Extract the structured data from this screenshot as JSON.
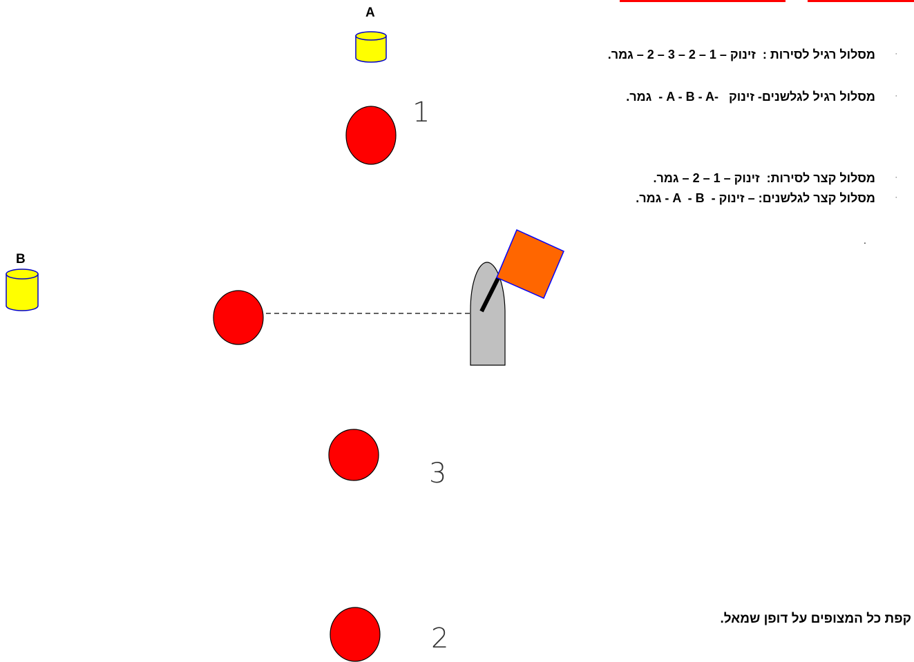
{
  "buoys": {
    "a_label": "A",
    "b_label": "B",
    "color": "#ffff00",
    "stroke": "#0000cc"
  },
  "marks": {
    "color": "#ff0000",
    "labels": [
      "1",
      "3",
      "2"
    ]
  },
  "boat": {
    "hull_color": "#c0c0c0",
    "flag_color": "#ff6600",
    "flag_border": "#0000ff"
  },
  "routes": [
    "מסלול רגיל לסירות :  זינוק – 1 – 2 – 3 – 2 – גמר.",
    "מסלול רגיל לגלשנים- זינוק   -A - B - A -  גמר.",
    "מסלול קצר לסירות:  זינוק – 1 – 2 – גמר.",
    "מסלול קצר לגלשנים: – זינוק -  A  - B - גמר."
  ],
  "footer_note": "קפת כל המצופים על דופן שמאל.",
  "stray_mark": "."
}
